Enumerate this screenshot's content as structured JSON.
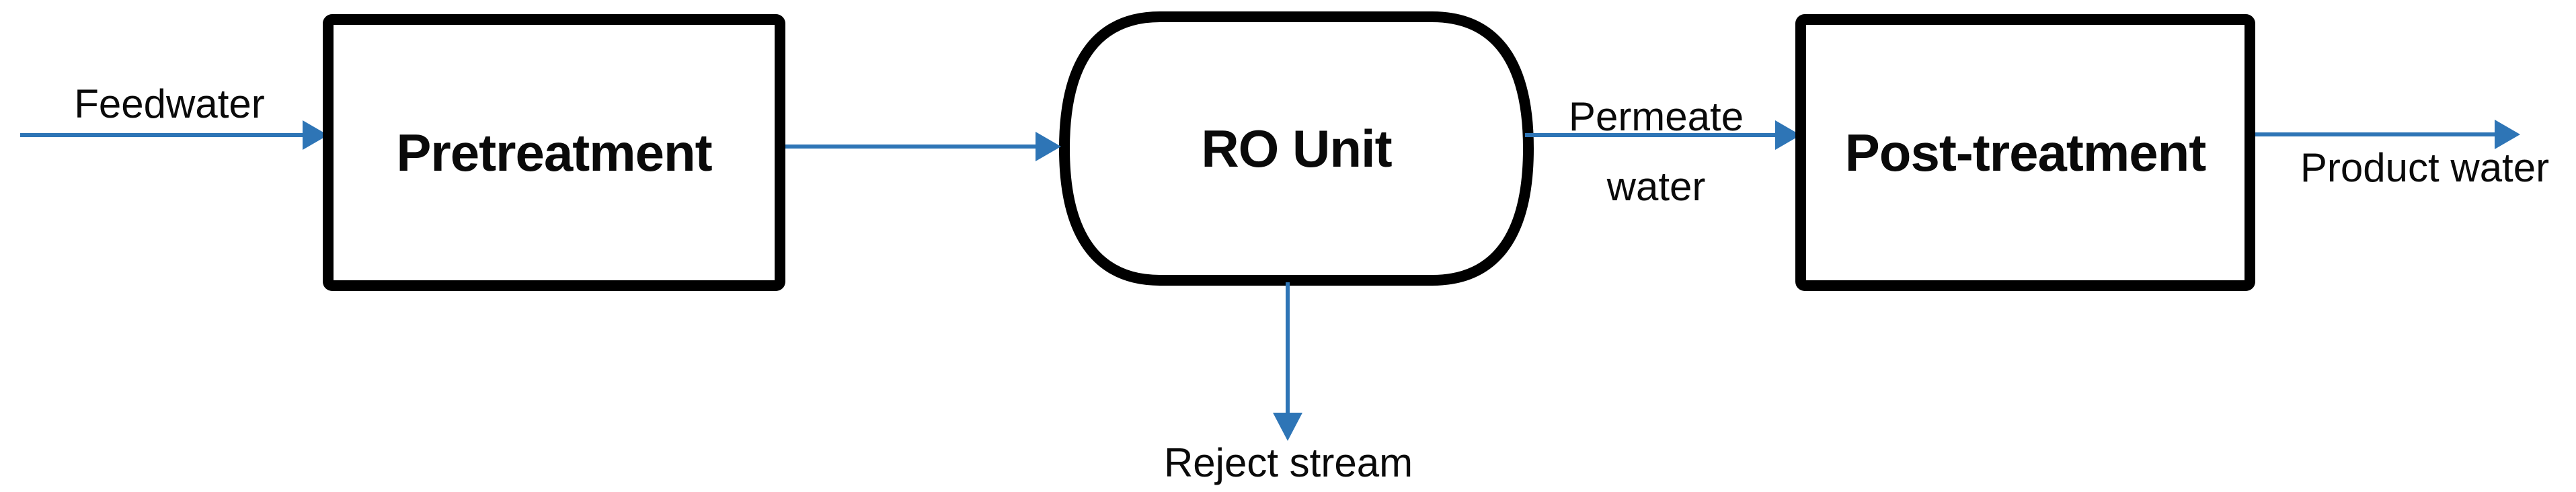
{
  "colors": {
    "connector_blue": "#2E75B6",
    "shape_outline": "#000000",
    "background": "#FFFFFF",
    "text": "#0A0A0A"
  },
  "nodes": {
    "pretreatment": {
      "label": "Pretreatment"
    },
    "ro_unit": {
      "label": "RO Unit"
    },
    "post_treatment": {
      "label": "Post-treatment"
    }
  },
  "streams": {
    "feedwater": {
      "label": "Feedwater"
    },
    "permeate": {
      "line1": "Permeate",
      "line2": "water"
    },
    "product": {
      "label": "Product water"
    },
    "reject": {
      "label": "Reject stream"
    }
  }
}
